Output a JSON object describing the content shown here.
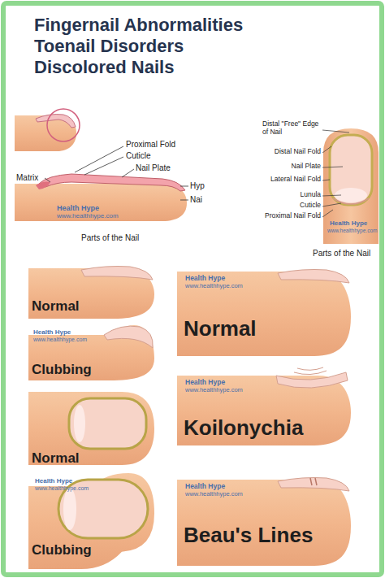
{
  "diagram": {
    "title": "Fingernail Abnormalities Toenail Disorders Discolored Nails",
    "nodes": [
      {
        "text": [
          "Normal"
        ]
      },
      {
        "text": [
          "Health Hype",
          "www.healthhype.com",
          "Clubbing"
        ]
      },
      {
        "text": [
          "Normal"
        ]
      },
      {
        "text": [
          "Health Hype",
          "www.healthhype.com",
          "Clubbing"
        ]
      },
      {
        "text": [
          "Health Hype",
          "www.healthhype.com",
          "Normal"
        ]
      },
      {
        "text": [
          "Health Hype",
          "www.healthhype.com",
          "Koilonychia"
        ]
      },
      {
        "text": [
          "Health Hype",
          "www.healthhype.com",
          "Beau's Lines"
        ]
      }
    ],
    "labels": [
      "Proximal Fold",
      "Cuticle",
      "Nail Plate",
      "Matrix",
      "Hyp",
      "Nai",
      "Health Hype",
      "www.healthhype.com",
      "Parts of the Nail",
      "Distal \"Free\" Edge of Nail",
      "Distal Nail Fold",
      "Nail Plate",
      "Lateral Nail Fold",
      "Lunula",
      "Cuticle",
      "Proximal Nail Fold",
      "Health Hype",
      "www.healthhype.com",
      "Parts of the Nail"
    ]
  }
}
